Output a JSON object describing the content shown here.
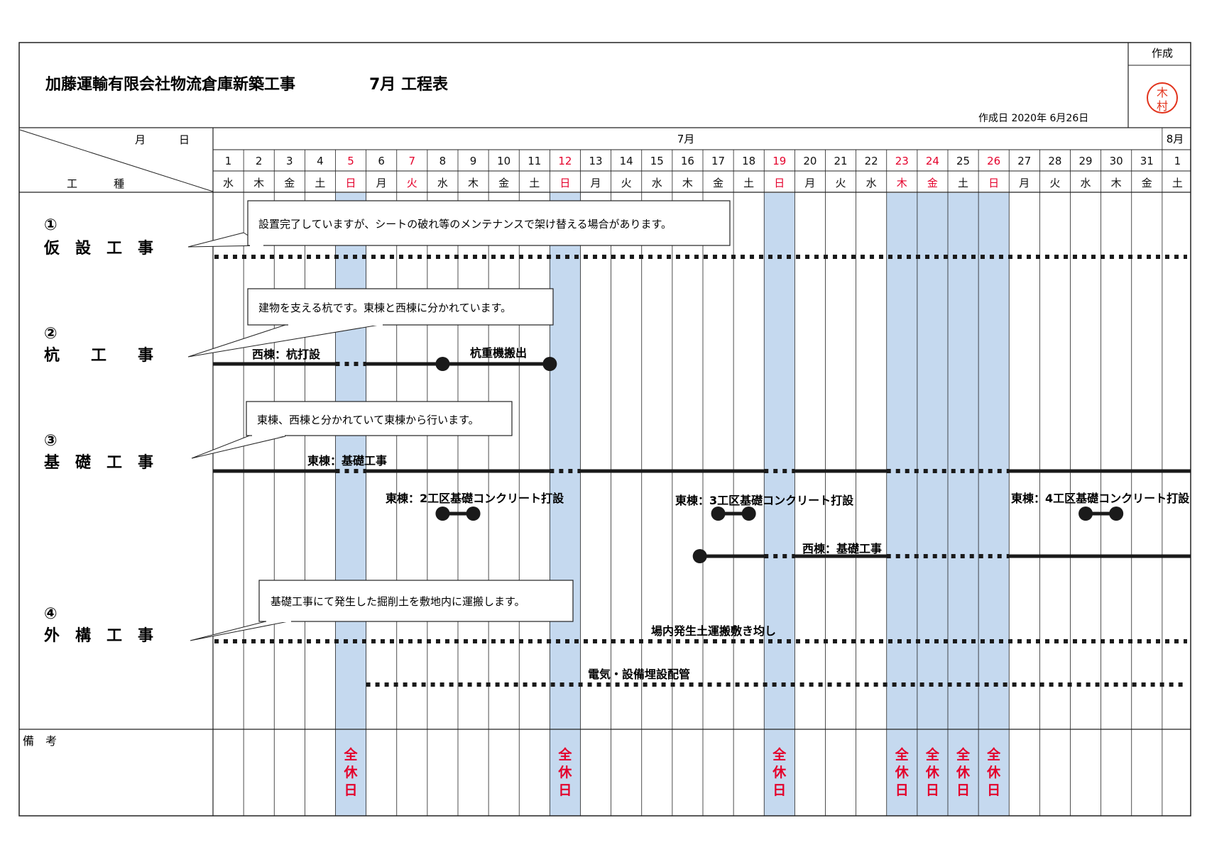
{
  "document": {
    "title": "加藤運輸有限会社物流倉庫新築工事",
    "subtitle": "7月 工程表",
    "created_label": "作成",
    "created_date": "作成日 2020年 6月26日",
    "stamp_text": "木村",
    "stamp_color": "#e2331c"
  },
  "header": {
    "corner_month": "月",
    "corner_day": "日",
    "corner_trade": "工",
    "corner_kind": "種",
    "month_july": "7月",
    "month_august": "8月"
  },
  "days": [
    {
      "d": "1",
      "w": "水",
      "red": false,
      "holiday": false
    },
    {
      "d": "2",
      "w": "木",
      "red": false,
      "holiday": false
    },
    {
      "d": "3",
      "w": "金",
      "red": false,
      "holiday": false
    },
    {
      "d": "4",
      "w": "土",
      "red": false,
      "holiday": false
    },
    {
      "d": "5",
      "w": "日",
      "red": true,
      "holiday": true
    },
    {
      "d": "6",
      "w": "月",
      "red": false,
      "holiday": false
    },
    {
      "d": "7",
      "w": "火",
      "red": true,
      "holiday": false
    },
    {
      "d": "8",
      "w": "水",
      "red": false,
      "holiday": false
    },
    {
      "d": "9",
      "w": "木",
      "red": false,
      "holiday": false
    },
    {
      "d": "10",
      "w": "金",
      "red": false,
      "holiday": false
    },
    {
      "d": "11",
      "w": "土",
      "red": false,
      "holiday": false
    },
    {
      "d": "12",
      "w": "日",
      "red": true,
      "holiday": true
    },
    {
      "d": "13",
      "w": "月",
      "red": false,
      "holiday": false
    },
    {
      "d": "14",
      "w": "火",
      "red": false,
      "holiday": false
    },
    {
      "d": "15",
      "w": "水",
      "red": false,
      "holiday": false
    },
    {
      "d": "16",
      "w": "木",
      "red": false,
      "holiday": false
    },
    {
      "d": "17",
      "w": "金",
      "red": false,
      "holiday": false
    },
    {
      "d": "18",
      "w": "土",
      "red": false,
      "holiday": false
    },
    {
      "d": "19",
      "w": "日",
      "red": true,
      "holiday": true
    },
    {
      "d": "20",
      "w": "月",
      "red": false,
      "holiday": false
    },
    {
      "d": "21",
      "w": "火",
      "red": false,
      "holiday": false
    },
    {
      "d": "22",
      "w": "水",
      "red": false,
      "holiday": false
    },
    {
      "d": "23",
      "w": "木",
      "red": true,
      "holiday": true
    },
    {
      "d": "24",
      "w": "金",
      "red": true,
      "holiday": true
    },
    {
      "d": "25",
      "w": "土",
      "red": false,
      "holiday": true
    },
    {
      "d": "26",
      "w": "日",
      "red": true,
      "holiday": true
    },
    {
      "d": "27",
      "w": "月",
      "red": false,
      "holiday": false
    },
    {
      "d": "28",
      "w": "火",
      "red": false,
      "holiday": false
    },
    {
      "d": "29",
      "w": "水",
      "red": false,
      "holiday": false
    },
    {
      "d": "30",
      "w": "木",
      "red": false,
      "holiday": false
    },
    {
      "d": "31",
      "w": "金",
      "red": false,
      "holiday": false
    },
    {
      "d": "1",
      "w": "土",
      "red": false,
      "holiday": false
    }
  ],
  "work_types": [
    {
      "num": "①",
      "name": "仮　設　工　事",
      "note": "設置完了していますが、シートの破れ等のメンテナンスで架け替える場合があります。"
    },
    {
      "num": "②",
      "name": "杭　　工　　事",
      "note": "建物を支える杭です。東棟と西棟に分かれています。"
    },
    {
      "num": "③",
      "name": "基　礎　工　事",
      "note": "東棟、西棟と分かれていて東棟から行います。"
    },
    {
      "num": "④",
      "name": "外　構　工　事",
      "note": "基礎工事にて発生した掘削土を敷地内に運搬します。"
    }
  ],
  "task_labels": {
    "pile_west": "西棟：杭打設",
    "pile_machine": "杭重機搬出",
    "found_east": "東棟：基礎工事",
    "found_east2": "東棟：2工区基礎コンクリート打設",
    "found_east3": "東棟：3工区基礎コンクリート打設",
    "found_east4": "東棟：4工区基礎コンクリート打設",
    "found_west": "西棟：基礎工事",
    "ext_soil": "場内発生土運搬敷き均し",
    "ext_electric": "電気・設備埋設配管"
  },
  "remarks": {
    "label": "備　考",
    "holiday_label": "全休日"
  },
  "colors": {
    "holiday_fill": "#c5d9ef",
    "red_text": "#e4002b"
  }
}
